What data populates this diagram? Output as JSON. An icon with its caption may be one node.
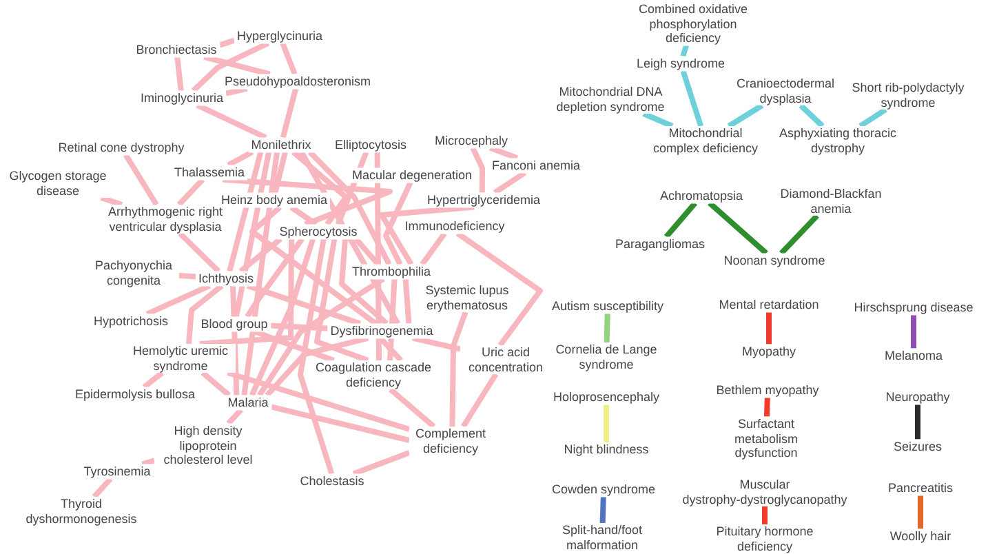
{
  "diagram": {
    "nodes": [
      {
        "text": [
          "Hyperglycinuria"
        ]
      },
      {
        "text": [
          "Bronchiectasis"
        ]
      },
      {
        "text": [
          "Pseudohypoaldosteronism"
        ]
      },
      {
        "text": [
          "Iminoglycinuria"
        ]
      },
      {
        "text": [
          "Retinal cone dystrophy"
        ]
      },
      {
        "text": [
          "Monilethrix"
        ]
      },
      {
        "text": [
          "Elliptocytosis"
        ]
      },
      {
        "text": [
          "Microcephaly"
        ]
      },
      {
        "text": [
          "Glycogen storage disease"
        ]
      },
      {
        "text": [
          "Thalassemia"
        ]
      },
      {
        "text": [
          "Macular degeneration"
        ]
      },
      {
        "text": [
          "Fanconi anemia"
        ]
      },
      {
        "text": [
          "Heinz body anemia"
        ]
      },
      {
        "text": [
          "Hypertriglyceridemia"
        ]
      },
      {
        "text": [
          "Arrhythmogenic right ventricular dysplasia"
        ]
      },
      {
        "text": [
          "Spherocytosis"
        ]
      },
      {
        "text": [
          "Immunodeficiency"
        ]
      },
      {
        "text": [
          "Pachyonychia congenita"
        ]
      },
      {
        "text": [
          "Ichthyosis"
        ]
      },
      {
        "text": [
          "Thrombophilia"
        ]
      },
      {
        "text": [
          "Systemic lupus erythematosus"
        ]
      },
      {
        "text": [
          "Hypotrichosis"
        ]
      },
      {
        "text": [
          "Blood group"
        ]
      },
      {
        "text": [
          "Dysfibrinogenemia"
        ]
      },
      {
        "text": [
          "Hemolytic uremic syndrome"
        ]
      },
      {
        "text": [
          "Uric acid concentration"
        ]
      },
      {
        "text": [
          "Coagulation cascade deficiency"
        ]
      },
      {
        "text": [
          "Epidermolysis bullosa"
        ]
      },
      {
        "text": [
          "Malaria"
        ]
      },
      {
        "text": [
          "High density lipoprotein cholesterol level"
        ]
      },
      {
        "text": [
          "Complement deficiency"
        ]
      },
      {
        "text": [
          "Tyrosinemia"
        ]
      },
      {
        "text": [
          "Cholestasis"
        ]
      },
      {
        "text": [
          "Thyroid dyshormonogenesis"
        ]
      },
      {
        "text": [
          "Combined oxidative phosphorylation deficiency"
        ]
      },
      {
        "text": [
          "Leigh syndrome"
        ]
      },
      {
        "text": [
          "Mitochondrial DNA depletion syndrome"
        ]
      },
      {
        "text": [
          "Cranioectodermal dysplasia"
        ]
      },
      {
        "text": [
          "Short rib-polydactyly syndrome"
        ]
      },
      {
        "text": [
          "Mitochondrial complex deficiency"
        ]
      },
      {
        "text": [
          "Asphyxiating thoracic dystrophy"
        ]
      },
      {
        "text": [
          "Achromatopsia"
        ]
      },
      {
        "text": [
          "Diamond-Blackfan anemia"
        ]
      },
      {
        "text": [
          "Paragangliomas"
        ]
      },
      {
        "text": [
          "Noonan syndrome"
        ]
      },
      {
        "text": [
          "Autism susceptibility"
        ]
      },
      {
        "text": [
          "Cornelia de Lange syndrome"
        ]
      },
      {
        "text": [
          "Mental retardation"
        ]
      },
      {
        "text": [
          "Myopathy"
        ]
      },
      {
        "text": [
          "Hirschsprung disease"
        ]
      },
      {
        "text": [
          "Melanoma"
        ]
      },
      {
        "text": [
          "Holoprosencephaly"
        ]
      },
      {
        "text": [
          "Night blindness"
        ]
      },
      {
        "text": [
          "Bethlem myopathy"
        ]
      },
      {
        "text": [
          "Surfactant metabolism dysfunction"
        ]
      },
      {
        "text": [
          "Neuropathy"
        ]
      },
      {
        "text": [
          "Seizures"
        ]
      },
      {
        "text": [
          "Cowden syndrome"
        ]
      },
      {
        "text": [
          "Split-hand/foot malformation"
        ]
      },
      {
        "text": [
          "Muscular dystrophy-dystroglycanopathy"
        ]
      },
      {
        "text": [
          "Pituitary hormone deficiency"
        ]
      },
      {
        "text": [
          "Pancreatitis"
        ]
      },
      {
        "text": [
          "Woolly hair"
        ]
      }
    ],
    "edges": [
      {
        "from": 1,
        "to": 0,
        "arrow": "none"
      },
      {
        "from": 0,
        "to": 2,
        "arrow": "none"
      },
      {
        "from": 1,
        "to": 2,
        "arrow": "none"
      },
      {
        "from": 1,
        "to": 3,
        "arrow": "none"
      },
      {
        "from": 3,
        "to": 0,
        "arrow": "none"
      },
      {
        "from": 3,
        "to": 2,
        "arrow": "none"
      },
      {
        "from": 3,
        "to": 5,
        "arrow": "none"
      },
      {
        "from": 2,
        "to": 5,
        "arrow": "none"
      },
      {
        "from": 9,
        "to": 5,
        "arrow": "none"
      },
      {
        "from": 9,
        "to": 14,
        "arrow": "none"
      },
      {
        "from": 4,
        "to": 14,
        "arrow": "none"
      },
      {
        "from": 8,
        "to": 14,
        "arrow": "none"
      },
      {
        "from": 14,
        "to": 18,
        "arrow": "none"
      },
      {
        "from": 9,
        "to": 15,
        "arrow": "none"
      },
      {
        "from": 5,
        "to": 12,
        "arrow": "none"
      },
      {
        "from": 5,
        "to": 15,
        "arrow": "none"
      },
      {
        "from": 5,
        "to": 19,
        "arrow": "none"
      },
      {
        "from": 5,
        "to": 23,
        "arrow": "none"
      },
      {
        "from": 5,
        "to": 22,
        "arrow": "none"
      },
      {
        "from": 5,
        "to": 28,
        "arrow": "none"
      },
      {
        "from": 5,
        "to": 18,
        "arrow": "none"
      },
      {
        "from": 6,
        "to": 15,
        "arrow": "none"
      },
      {
        "from": 6,
        "to": 26,
        "arrow": "none"
      },
      {
        "from": 7,
        "to": 11,
        "arrow": "none"
      },
      {
        "from": 7,
        "to": 13,
        "arrow": "none"
      },
      {
        "from": 11,
        "to": 13,
        "arrow": "none"
      },
      {
        "from": 13,
        "to": 19,
        "arrow": "none"
      },
      {
        "from": 10,
        "to": 19,
        "arrow": "none"
      },
      {
        "from": 16,
        "to": 19,
        "arrow": "none"
      },
      {
        "from": 16,
        "to": 25,
        "arrow": "none"
      },
      {
        "from": 12,
        "to": 15,
        "arrow": "none"
      },
      {
        "from": 12,
        "to": 23,
        "arrow": "none"
      },
      {
        "from": 15,
        "to": 19,
        "arrow": "none"
      },
      {
        "from": 15,
        "to": 23,
        "arrow": "none"
      },
      {
        "from": 15,
        "to": 26,
        "arrow": "none"
      },
      {
        "from": 15,
        "to": 18,
        "arrow": "none"
      },
      {
        "from": 15,
        "to": 22,
        "arrow": "none"
      },
      {
        "from": 15,
        "to": 24,
        "arrow": "none"
      },
      {
        "from": 15,
        "to": 28,
        "arrow": "none"
      },
      {
        "from": 15,
        "to": 32,
        "arrow": "none"
      },
      {
        "from": 17,
        "to": 18,
        "arrow": "none"
      },
      {
        "from": 21,
        "to": 18,
        "arrow": "none"
      },
      {
        "from": 18,
        "to": 23,
        "arrow": "none"
      },
      {
        "from": 18,
        "to": 28,
        "arrow": "none"
      },
      {
        "from": 18,
        "to": 24,
        "arrow": "none"
      },
      {
        "from": 19,
        "to": 23,
        "arrow": "none"
      },
      {
        "from": 19,
        "to": 26,
        "arrow": "none"
      },
      {
        "from": 19,
        "to": 28,
        "arrow": "none"
      },
      {
        "from": 23,
        "to": 25,
        "arrow": "none"
      },
      {
        "from": 23,
        "to": 26,
        "arrow": "none"
      },
      {
        "from": 22,
        "to": 23,
        "arrow": "none"
      },
      {
        "from": 23,
        "to": 28,
        "arrow": "none"
      },
      {
        "from": 26,
        "to": 30,
        "arrow": "none"
      },
      {
        "from": 22,
        "to": 26,
        "arrow": "none"
      },
      {
        "from": 20,
        "to": 30,
        "arrow": "none"
      },
      {
        "from": 25,
        "to": 30,
        "arrow": "none"
      },
      {
        "from": 24,
        "to": 28,
        "arrow": "none"
      },
      {
        "from": 24,
        "to": 30,
        "arrow": "none"
      },
      {
        "from": 27,
        "to": 24,
        "arrow": "none"
      },
      {
        "from": 28,
        "to": 29,
        "arrow": "none"
      },
      {
        "from": 29,
        "to": 31,
        "arrow": "none"
      },
      {
        "from": 31,
        "to": 33,
        "arrow": "none"
      },
      {
        "from": 28,
        "to": 30,
        "arrow": "none"
      },
      {
        "from": 32,
        "to": 30,
        "arrow": "none"
      },
      {
        "from": 34,
        "to": 35,
        "arrow": "none",
        "color": "#6fd0dc"
      },
      {
        "from": 35,
        "to": 39,
        "arrow": "none",
        "color": "#6fd0dc"
      },
      {
        "from": 36,
        "to": 39,
        "arrow": "none",
        "color": "#6fd0dc"
      },
      {
        "from": 39,
        "to": 37,
        "arrow": "none",
        "color": "#6fd0dc"
      },
      {
        "from": 37,
        "to": 40,
        "arrow": "none",
        "color": "#6fd0dc"
      },
      {
        "from": 40,
        "to": 38,
        "arrow": "none",
        "color": "#6fd0dc"
      },
      {
        "from": 43,
        "to": 41,
        "arrow": "none",
        "color": "#2f8f2f"
      },
      {
        "from": 41,
        "to": 44,
        "arrow": "none",
        "color": "#2f8f2f"
      },
      {
        "from": 44,
        "to": 42,
        "arrow": "none",
        "color": "#2f8f2f"
      },
      {
        "from": 45,
        "to": 46,
        "arrow": "none",
        "color": "#93d27e"
      },
      {
        "from": 47,
        "to": 48,
        "arrow": "none",
        "color": "#f03a2c"
      },
      {
        "from": 49,
        "to": 50,
        "arrow": "none",
        "color": "#8e4fb0"
      },
      {
        "from": 51,
        "to": 52,
        "arrow": "none",
        "color": "#eeee8a"
      },
      {
        "from": 53,
        "to": 54,
        "arrow": "none",
        "color": "#f03a2c"
      },
      {
        "from": 55,
        "to": 56,
        "arrow": "none",
        "color": "#2b2b2b"
      },
      {
        "from": 57,
        "to": 58,
        "arrow": "none",
        "color": "#5272c2"
      },
      {
        "from": 59,
        "to": 60,
        "arrow": "none",
        "color": "#f03a2c"
      },
      {
        "from": 61,
        "to": 62,
        "arrow": "none",
        "color": "#e2692a"
      }
    ]
  }
}
